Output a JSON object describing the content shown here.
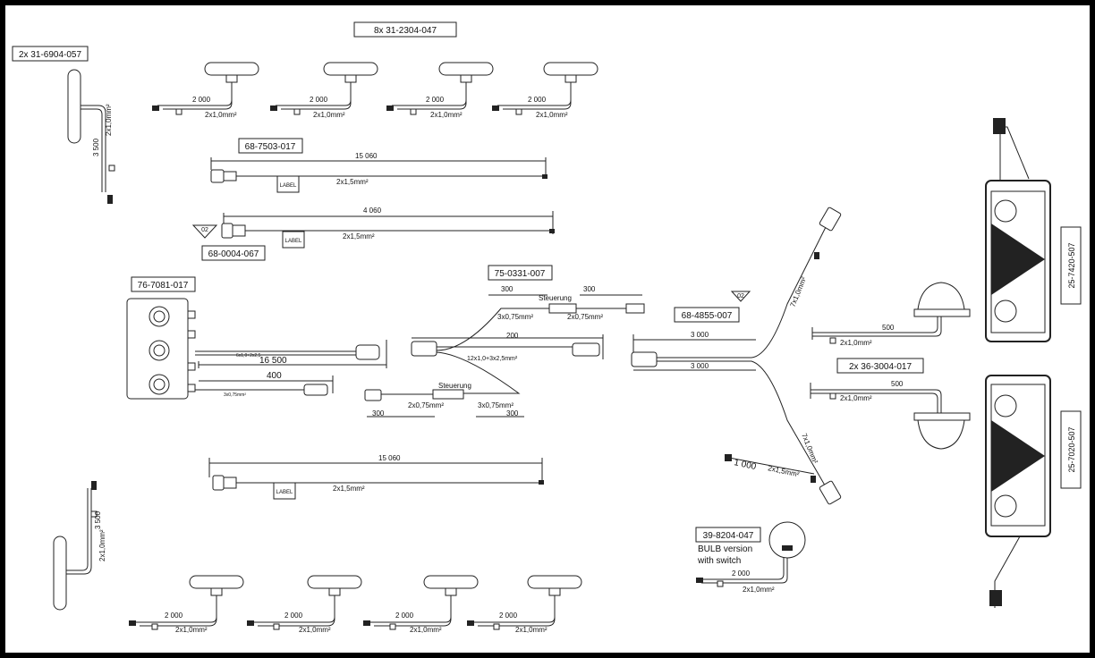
{
  "labels": {
    "front_markers": "8x 31-2304-047",
    "side_marker": "2x 31-6904-057",
    "cable_a": "68-7503-017",
    "cable_b": "68-0004-067",
    "junction": "76-7081-017",
    "adapter": "75-0331-007",
    "main_harness": "68-4855-007",
    "plate_lamps": "2x 36-3004-017",
    "rear_lamp_top": "25-7420-507",
    "rear_lamp_bottom": "25-7020-507",
    "bulb": "39-8204-047",
    "bulb_note1": "BULB version",
    "bulb_note2": "with switch",
    "badge_number": "02"
  },
  "dims": {
    "d2000": "2 000",
    "d15060": "15 060",
    "d4060": "4 060",
    "d3500": "3 500",
    "d300": "300",
    "d200": "200",
    "d16500": "16 500",
    "d400": "400",
    "d3000": "3 000",
    "d500": "500",
    "d1000": "1 000"
  },
  "wires": {
    "w2x10": "2x1,0mm²",
    "w2x15": "2x1,5mm²",
    "w3x075": "3x0,75mm²",
    "w2x075": "2x0,75mm²",
    "w12x": "12x1,0+3x2,5mm²",
    "w6x": "6x1,0+2x2,5",
    "w7x": "7x1,0mm²"
  },
  "texts": {
    "label_tag": "LABEL",
    "steuerung": "Steuerung"
  }
}
